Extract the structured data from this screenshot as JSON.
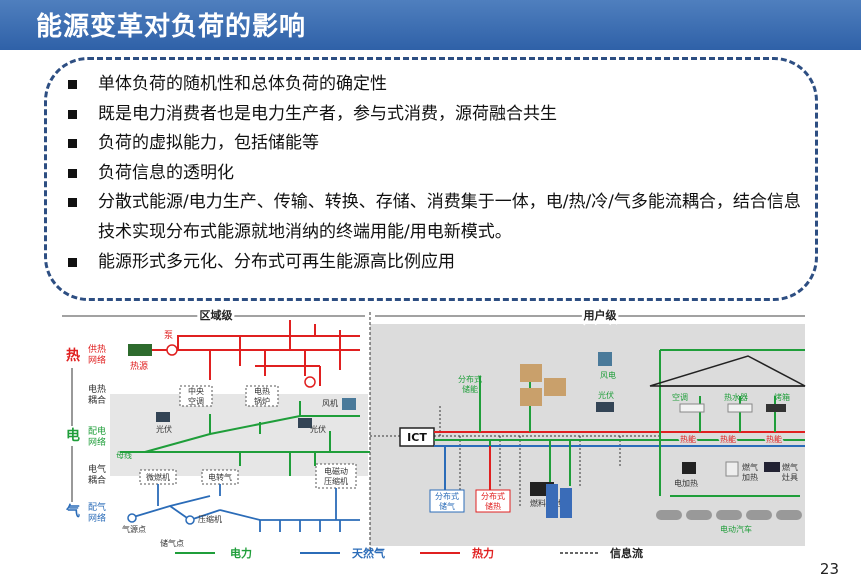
{
  "header": {
    "title": "能源变革对负荷的影响"
  },
  "bullets": [
    "单体负荷的随机性和总体负荷的确定性",
    "既是电力消费者也是电力生产者，参与式消费，源荷融合共生",
    "负荷的虚拟能力，包括储能等",
    "负荷信息的透明化",
    "分散式能源/电力生产、传输、转换、存储、消费集于一体，电/热/冷/气多能流耦合，结合信息技术实现分布式能源就地消纳的终端用能/用电新模式。",
    "能源形式多元化、分布式可再生能源高比例应用"
  ],
  "diagram": {
    "zone_left": "区域级",
    "zone_right": "用户级",
    "levels": {
      "heat": "热",
      "heat_net": "供热网络",
      "elec_heat": "电热耦合",
      "elec": "电",
      "elec_net": "配电网络",
      "elec_gas": "电气耦合",
      "gas": "气",
      "gas_net": "配气网络"
    },
    "left_labels": {
      "pump": "泵",
      "heat_source": "热源",
      "central_ac": "中央空调",
      "elec_boiler": "电热锅炉",
      "pv1": "光伏",
      "wind": "风机",
      "pv2": "光伏",
      "bus": "母线",
      "micro_turbine": "微燃机",
      "p2g": "电转气",
      "compressor_motor": "电磁动压缩机",
      "gas_source": "气源点",
      "gas_storage": "储气点",
      "compressor": "压缩机"
    },
    "right_labels": {
      "ict": "ICT",
      "dist_storage": "分布式储能",
      "wind_power": "风电",
      "pv": "光伏",
      "air_cond": "空调",
      "water_heater": "热水器",
      "oven": "烤箱",
      "heat_load1": "热能",
      "heat_load2": "热能",
      "heat_load3": "热能",
      "fuel_cell": "燃料电池",
      "dist_gas_storage": "分布式储气",
      "dist_heat_storage": "分布式储热",
      "elec_heating": "电加热",
      "gas_heating": "燃气加热",
      "gas_stove": "燃气灶具",
      "ev": "电动汽车"
    },
    "legend": {
      "power": "电力",
      "gas": "天然气",
      "heat": "热力",
      "info": "信息流"
    }
  },
  "page_number": "23",
  "colors": {
    "title_bg": "#3a6cb2",
    "power": "#1f9e3a",
    "gas": "#2b6cb8",
    "heat": "#e02020",
    "info": "#333333",
    "box_border": "#2d4e82"
  }
}
